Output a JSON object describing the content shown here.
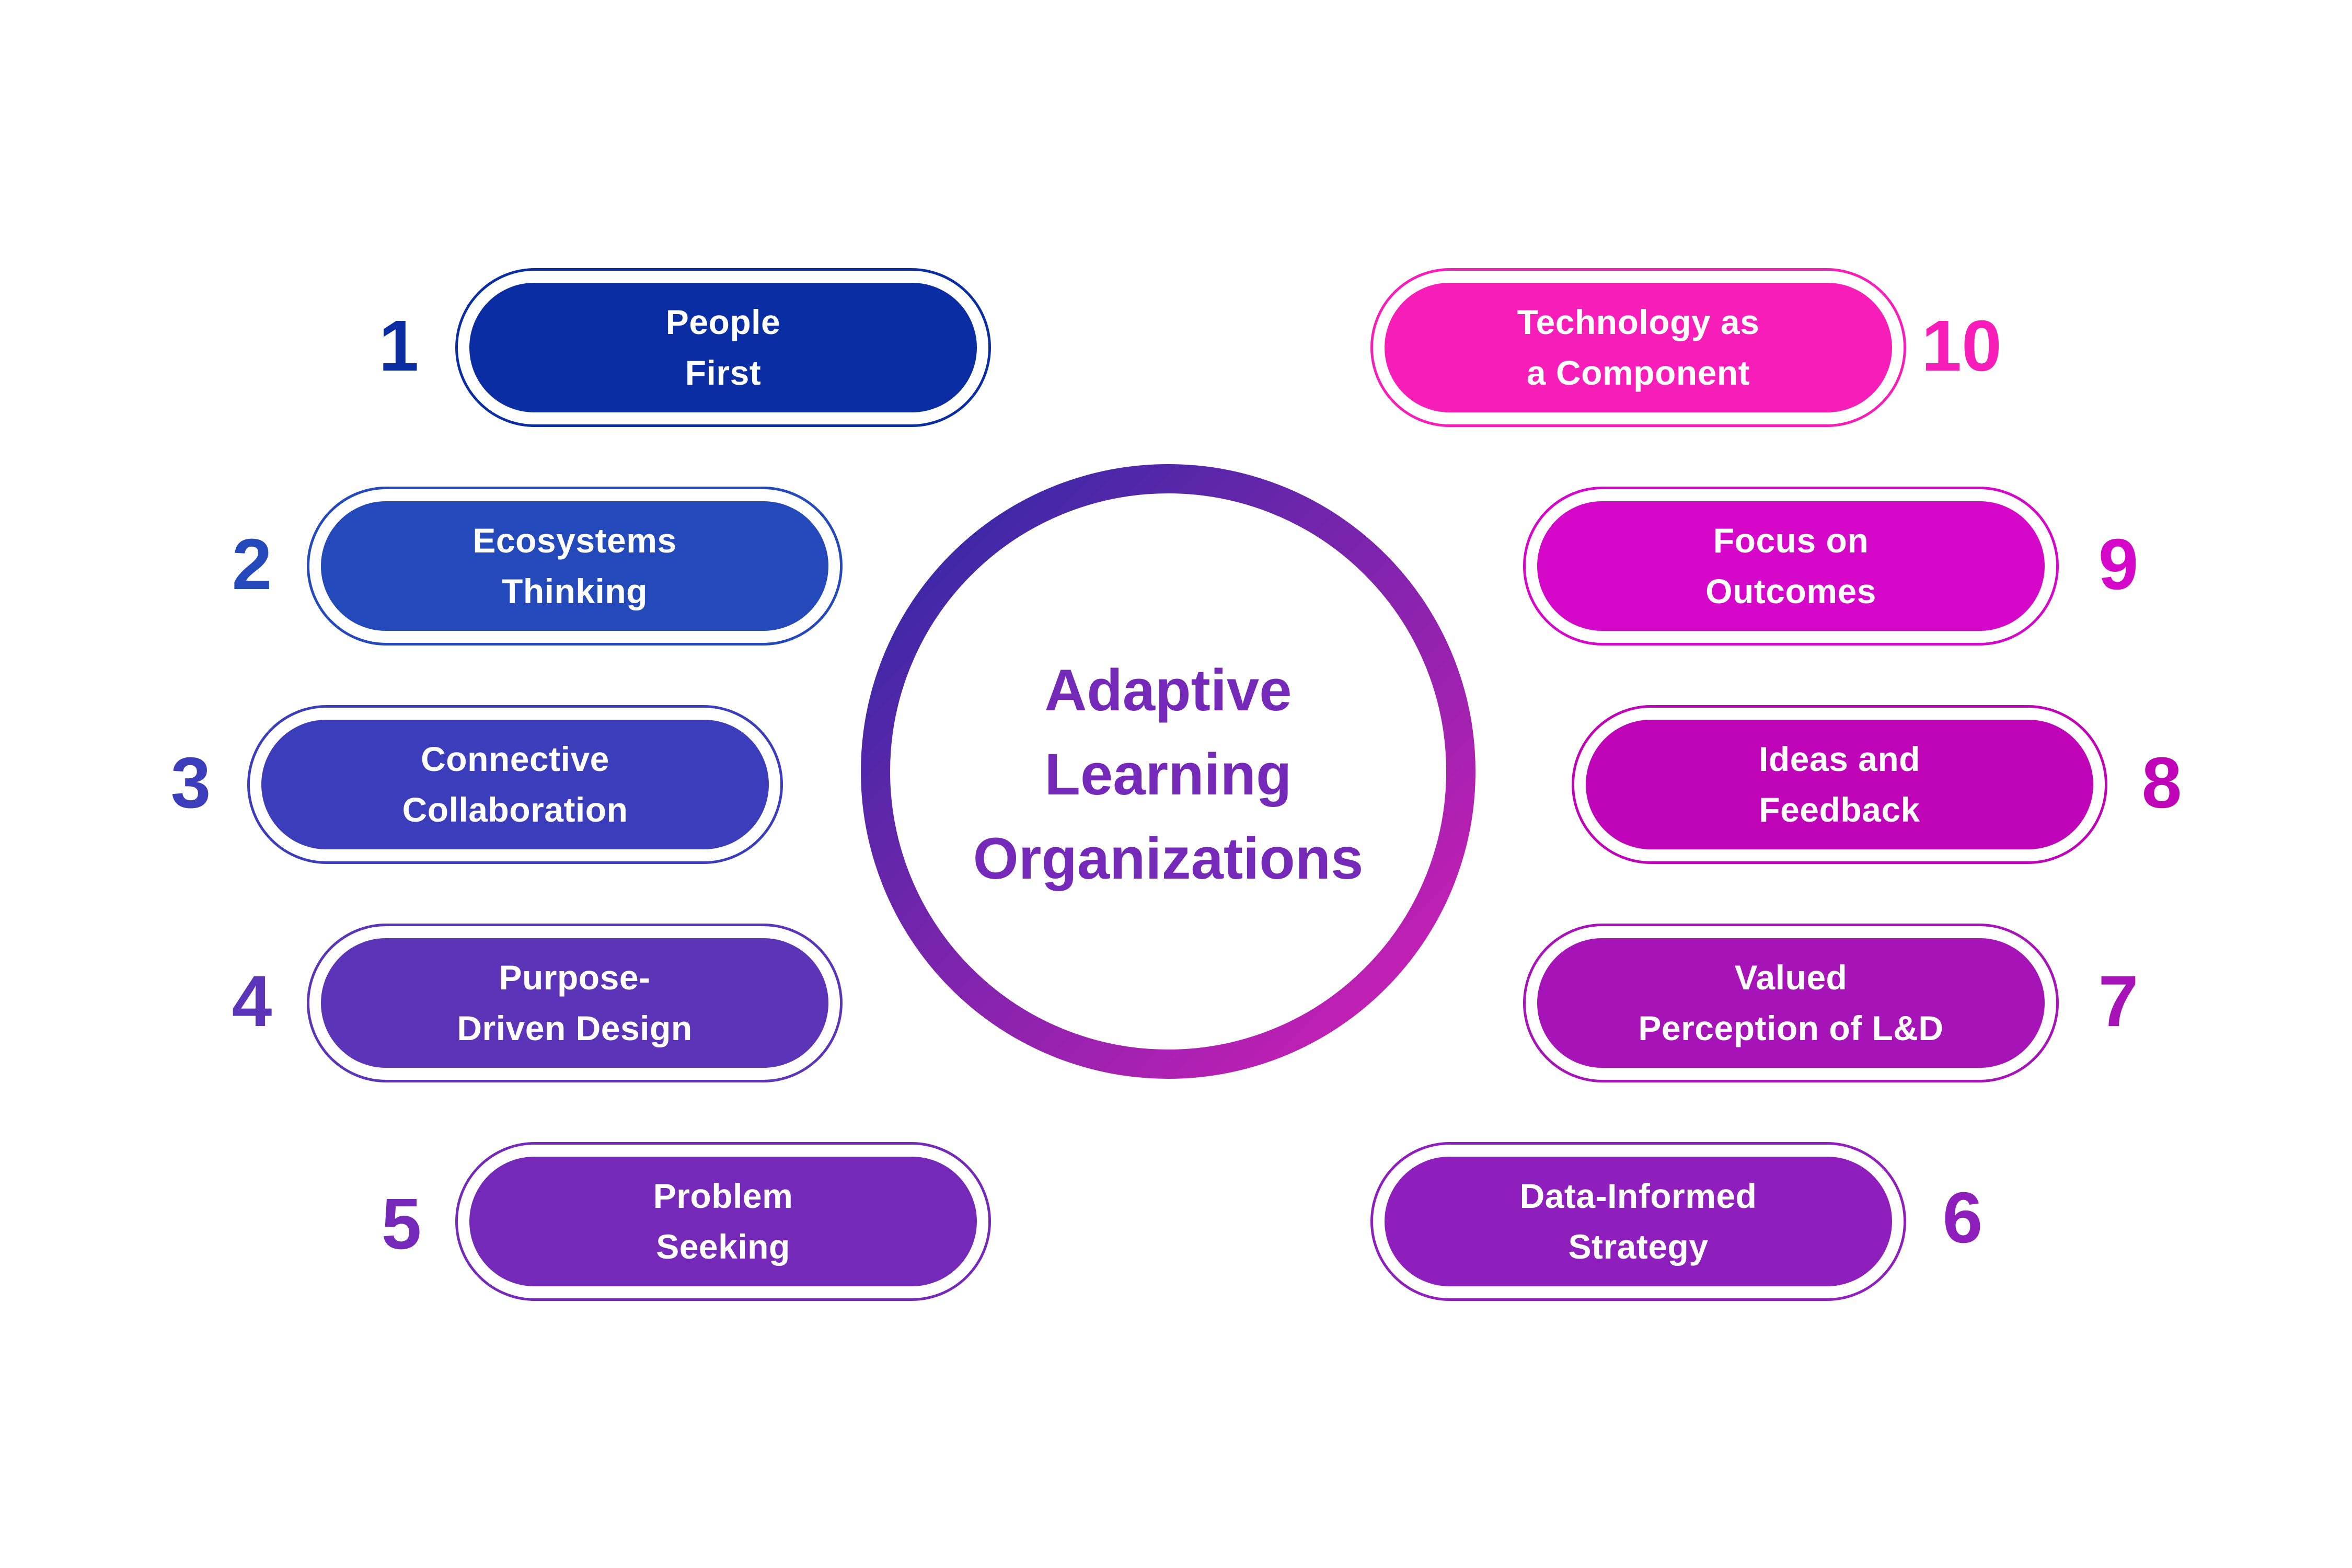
{
  "diagram": {
    "title_lines": [
      "Adaptive",
      "Learning",
      "Organizations"
    ],
    "title_color": "#7529B9",
    "ring_gradient": [
      "#2A2AA5",
      "#D61EB5"
    ],
    "items": [
      {
        "number": "1",
        "lines": [
          "People",
          "First"
        ],
        "color": "#0A2DA3",
        "side": "left"
      },
      {
        "number": "2",
        "lines": [
          "Ecosystems",
          "Thinking"
        ],
        "color": "#2349BB",
        "side": "left"
      },
      {
        "number": "3",
        "lines": [
          "Connective",
          "Collaboration"
        ],
        "color": "#3B3DBB",
        "side": "left"
      },
      {
        "number": "4",
        "lines": [
          "Purpose-",
          "Driven Design"
        ],
        "color": "#5B34B7",
        "side": "left"
      },
      {
        "number": "5",
        "lines": [
          "Problem",
          "Seeking"
        ],
        "color": "#7529B9",
        "side": "left"
      },
      {
        "number": "6",
        "lines": [
          "Data-Informed",
          "Strategy"
        ],
        "color": "#8F1FBC",
        "side": "right"
      },
      {
        "number": "7",
        "lines": [
          "Valued",
          "Perception of L&D"
        ],
        "color": "#A613B7",
        "side": "right"
      },
      {
        "number": "8",
        "lines": [
          "Ideas and",
          "Feedback"
        ],
        "color": "#BF03B7",
        "side": "right"
      },
      {
        "number": "9",
        "lines": [
          "Focus on",
          "Outcomes"
        ],
        "color": "#D507C8",
        "side": "right"
      },
      {
        "number": "10",
        "lines": [
          "Technology as",
          "a Component"
        ],
        "color": "#F71DB8",
        "side": "right"
      }
    ]
  }
}
